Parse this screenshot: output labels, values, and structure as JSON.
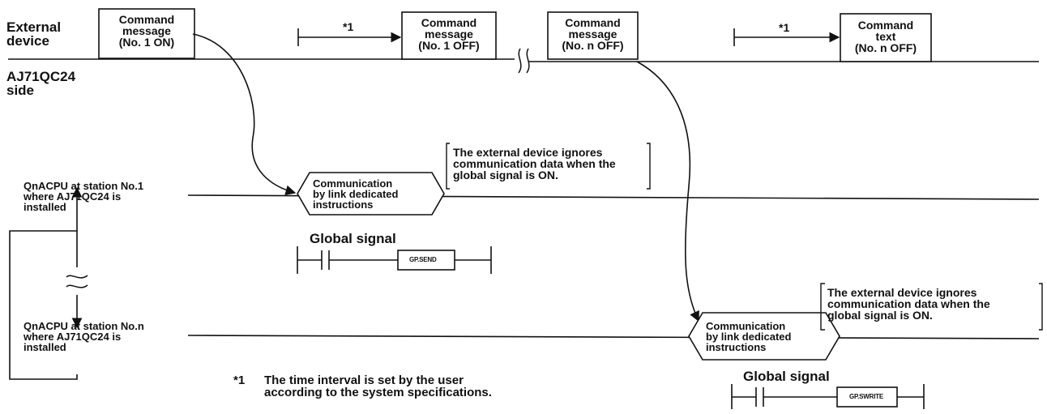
{
  "labels": {
    "external_device": "External\ndevice",
    "module_side": "AJ71QC24\nside",
    "station_1": "QnACPU at station No.1\nwhere AJ71QC24 is\ninstalled",
    "station_n": "QnACPU at station No.n\nwhere AJ71QC24 is\ninstalled"
  },
  "messages": [
    {
      "text": "Command\nmessage\n(No. 1 ON)"
    },
    {
      "text": "Command\nmessage\n(No. 1 OFF)"
    },
    {
      "text": "Command\nmessage\n(No. n OFF)"
    },
    {
      "text": "Command\ntext\n(No. n OFF)"
    }
  ],
  "intervals": [
    {
      "mark": "*1"
    },
    {
      "mark": "*1"
    }
  ],
  "comm_blocks": [
    {
      "text": "Communication\nby link dedicated\ninstructions",
      "note": "The external device ignores\ncommunication data when the\nglobal signal is ON.",
      "signal_label": "Global signal",
      "instruction": "GP.SEND"
    },
    {
      "text": "Communication\nby link dedicated\ninstructions",
      "note": "The external device ignores\ncommunication data when the\nglobal signal is ON.",
      "signal_label": "Global signal",
      "instruction": "GP.SWRITE"
    }
  ],
  "footnote": {
    "mark": "*1",
    "text": "The time interval is set by the user\naccording to the system specifications."
  }
}
